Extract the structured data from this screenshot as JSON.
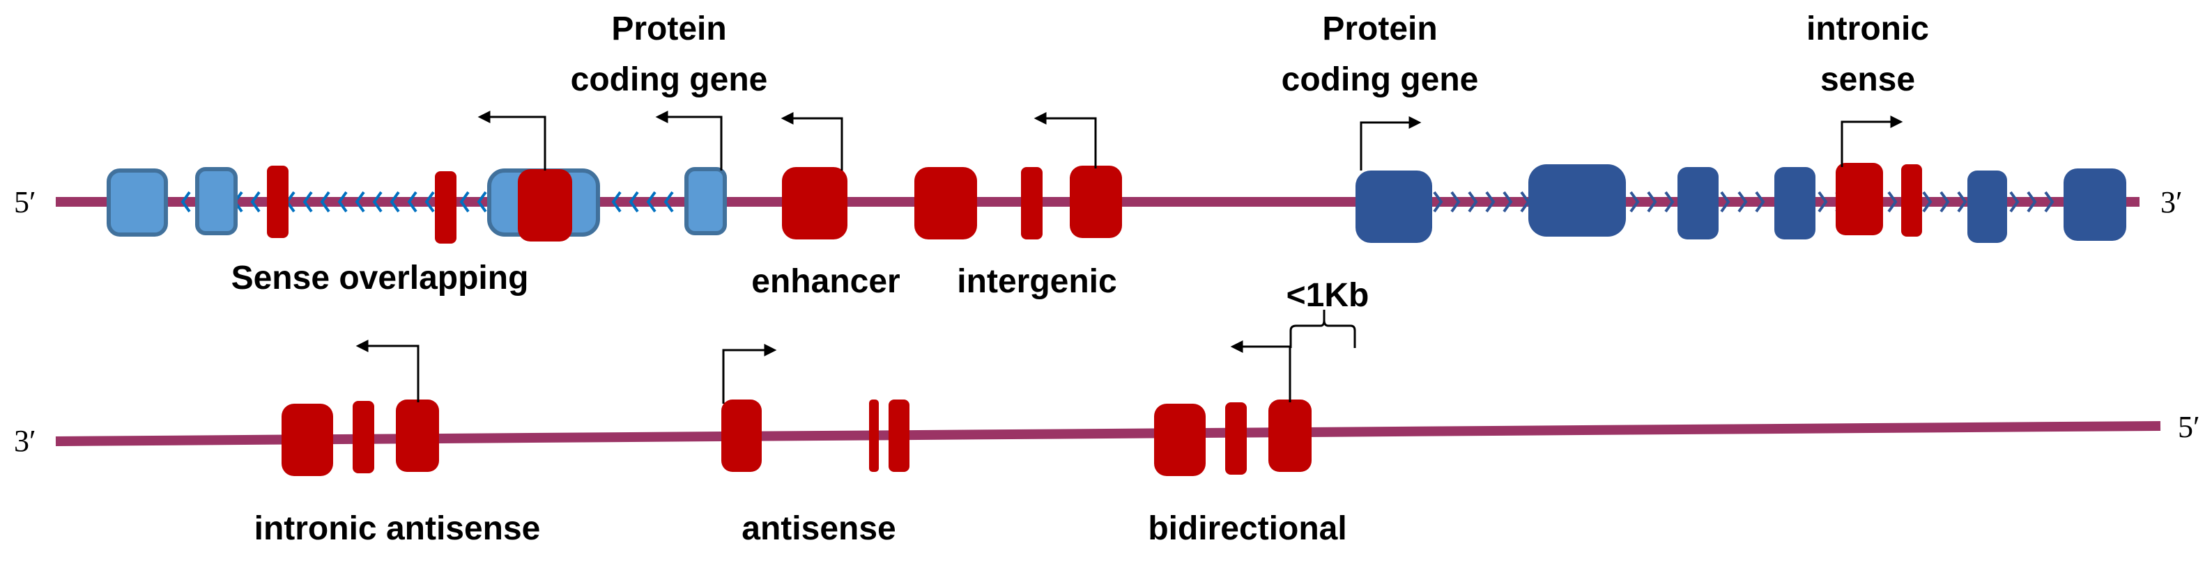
{
  "title": "lncRNA classification by genomic location",
  "colors": {
    "strand_line": "#9b3465",
    "lncrna_exon": "#c00000",
    "gene_exon_light": "#5b9bd5",
    "gene_exon_light_border": "#41719c",
    "gene_exon_dark": "#2f5597",
    "chevron_light": "#0070c0",
    "chevron_dark": "#2f5597",
    "text": "#000000"
  },
  "top_strand": {
    "left_end": "5′",
    "right_end": "3′",
    "labels": {
      "sense_overlapping": "Sense overlapping",
      "protein_coding_gene_1_line1": "Protein",
      "protein_coding_gene_1_line2": "coding gene",
      "enhancer": "enhancer",
      "intergenic": "intergenic",
      "protein_coding_gene_2_line1": "Protein",
      "protein_coding_gene_2_line2": "coding gene",
      "intronic_sense_line1": "intronic",
      "intronic_sense_line2": "sense"
    }
  },
  "bottom_strand": {
    "left_end": "3′",
    "right_end": "5′",
    "labels": {
      "intronic_antisense": "intronic antisense",
      "antisense": "antisense",
      "bidirectional": "bidirectional",
      "distance": "<1Kb"
    }
  }
}
